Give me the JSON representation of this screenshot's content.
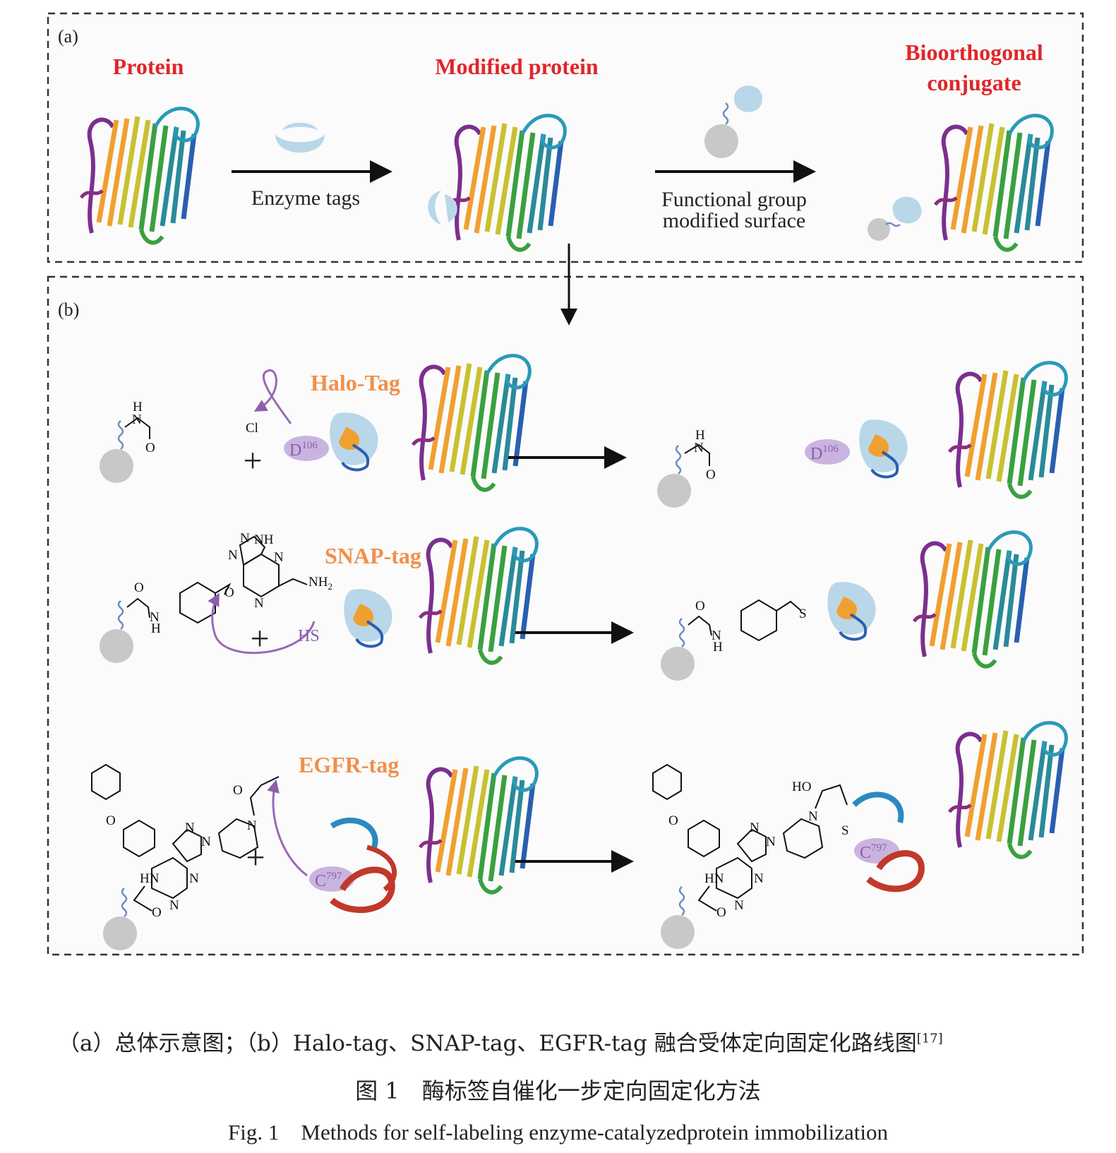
{
  "panel_a": {
    "label": "(a)",
    "stages": {
      "protein": "Protein",
      "modified": "Modified protein",
      "conjugate_line1": "Bioorthogonal",
      "conjugate_line2": "conjugate"
    },
    "arrow1_label": "Enzyme tags",
    "arrow2_label_line1": "Functional group",
    "arrow2_label_line2": "modified surface"
  },
  "panel_b": {
    "label": "(b)",
    "rows": [
      {
        "tag": "Halo-Tag",
        "residue": "D",
        "residue_num": "106"
      },
      {
        "tag": "SNAP-tag",
        "residue": "HS",
        "residue_num": ""
      },
      {
        "tag": "EGFR-tag",
        "residue": "C",
        "residue_num": "797"
      }
    ],
    "chem": {
      "H": "H",
      "N": "N",
      "O": "O",
      "Cl": "Cl",
      "S": "S",
      "NH": "NH",
      "NH2": "NH",
      "HN": "HN",
      "HO": "HO",
      "sub2": "2"
    },
    "plus": "+"
  },
  "caption": {
    "line1": "（a）总体示意图；（b）Halo-tag、SNAP-tag、EGFR-tag 融合受体定向固定化路线图",
    "line1_ref": "[17]",
    "line2": "图 1　酶标签自催化一步定向固定化方法",
    "line3": "Fig. 1　Methods for self-labeling enzyme-catalyzedprotein immobilization"
  },
  "colors": {
    "title_red": "#e0262a",
    "tag_orange": "#f0904a",
    "residue_purple": "#8a5fa8",
    "enzyme_blue": "#b9d7e8",
    "surface_gray": "#c8c8c8"
  }
}
